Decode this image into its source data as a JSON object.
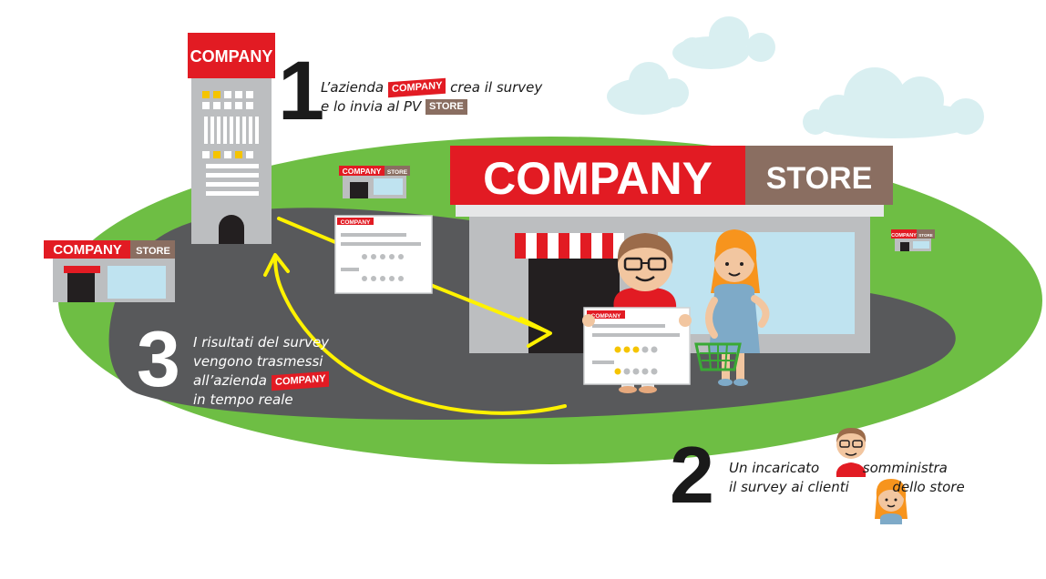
{
  "brand": {
    "company": "COMPANY",
    "store": "STORE"
  },
  "colors": {
    "red": "#e21b23",
    "brown": "#8a6e61",
    "grass": "#6ebe44",
    "road": "#58595b",
    "arrow": "#fff200",
    "sky_cloud": "#d9eff1"
  },
  "forms": {
    "form_header": "COMPANY"
  },
  "step1": {
    "number": "1",
    "line1_a": "L’azienda",
    "line1_b": "crea il survey",
    "line2_a": "e lo invia al PV"
  },
  "step2": {
    "number": "2",
    "line1_a": "Un incaricato",
    "line1_b": "somministra",
    "line2_a": "il survey ai clienti",
    "line2_b": "dello store"
  },
  "step3": {
    "number": "3",
    "line1": "I risultati del survey",
    "line2": "vengono trasmessi",
    "line3_a": "all’azienda",
    "line4": "in tempo reale"
  }
}
